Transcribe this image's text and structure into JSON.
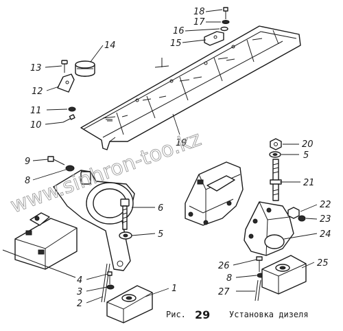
{
  "caption": {
    "prefix": "Рис.",
    "number": "29",
    "title": "Установка дизеля"
  },
  "watermark": "www.sinhron-too.kz",
  "callouts": [
    {
      "id": "c18",
      "label": "18"
    },
    {
      "id": "c17",
      "label": "17"
    },
    {
      "id": "c16",
      "label": "16"
    },
    {
      "id": "c15",
      "label": "15"
    },
    {
      "id": "c14",
      "label": "14"
    },
    {
      "id": "c13",
      "label": "13"
    },
    {
      "id": "c12",
      "label": "12"
    },
    {
      "id": "c11",
      "label": "11"
    },
    {
      "id": "c10",
      "label": "10"
    },
    {
      "id": "c19",
      "label": "19"
    },
    {
      "id": "c20",
      "label": "20"
    },
    {
      "id": "c5a",
      "label": "5"
    },
    {
      "id": "c9",
      "label": "9"
    },
    {
      "id": "c8a",
      "label": "8"
    },
    {
      "id": "c21",
      "label": "21"
    },
    {
      "id": "c6",
      "label": "6"
    },
    {
      "id": "c22",
      "label": "22"
    },
    {
      "id": "c23",
      "label": "23"
    },
    {
      "id": "c5b",
      "label": "5"
    },
    {
      "id": "c24",
      "label": "24"
    },
    {
      "id": "c26",
      "label": "26"
    },
    {
      "id": "c25",
      "label": "25"
    },
    {
      "id": "c4",
      "label": "4"
    },
    {
      "id": "c8b",
      "label": "8"
    },
    {
      "id": "c3",
      "label": "3"
    },
    {
      "id": "c1",
      "label": "1"
    },
    {
      "id": "c27",
      "label": "27"
    },
    {
      "id": "c2",
      "label": "2"
    }
  ]
}
